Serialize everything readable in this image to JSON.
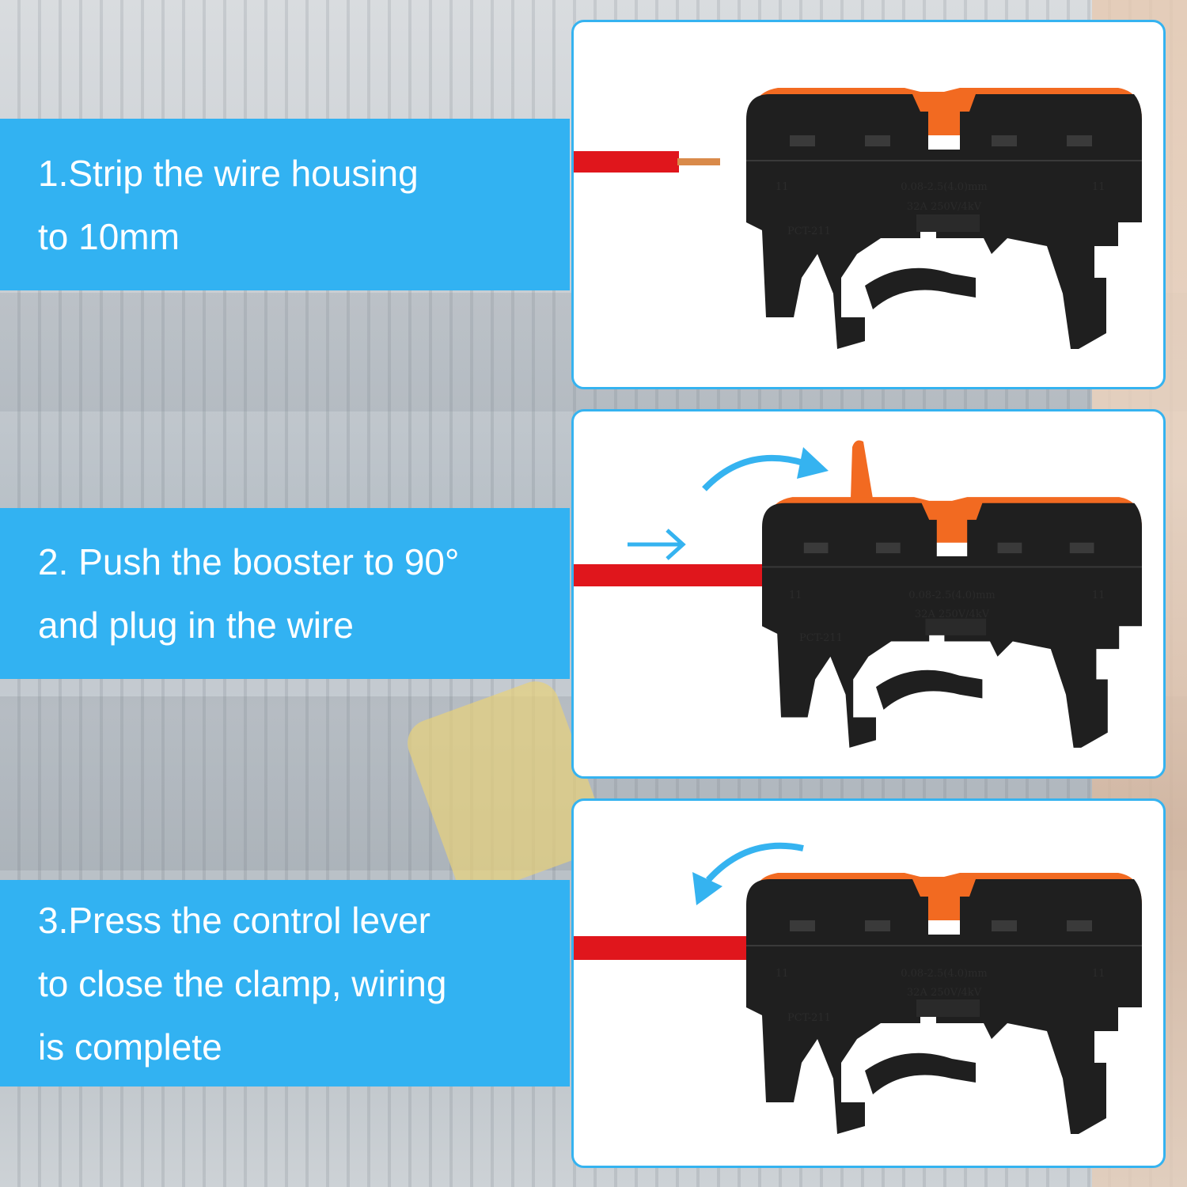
{
  "steps": [
    {
      "lines": [
        "1.Strip the wire housing",
        "to 10mm"
      ]
    },
    {
      "lines": [
        "2. Push the booster to 90°",
        "and plug in the wire"
      ]
    },
    {
      "lines": [
        "3.Press the control lever",
        "to close the clamp, wiring",
        "is complete"
      ]
    }
  ],
  "connector": {
    "spec_line1": "0.08-2.5(4.0)mm",
    "spec_line2": "32A 250V/4kV",
    "strip_mark": "11",
    "model": "PCT-211"
  },
  "colors": {
    "banner": "#32b2f2",
    "wire": "#e0161c",
    "lever": "#f26a21",
    "body": "#1f1f1f"
  }
}
